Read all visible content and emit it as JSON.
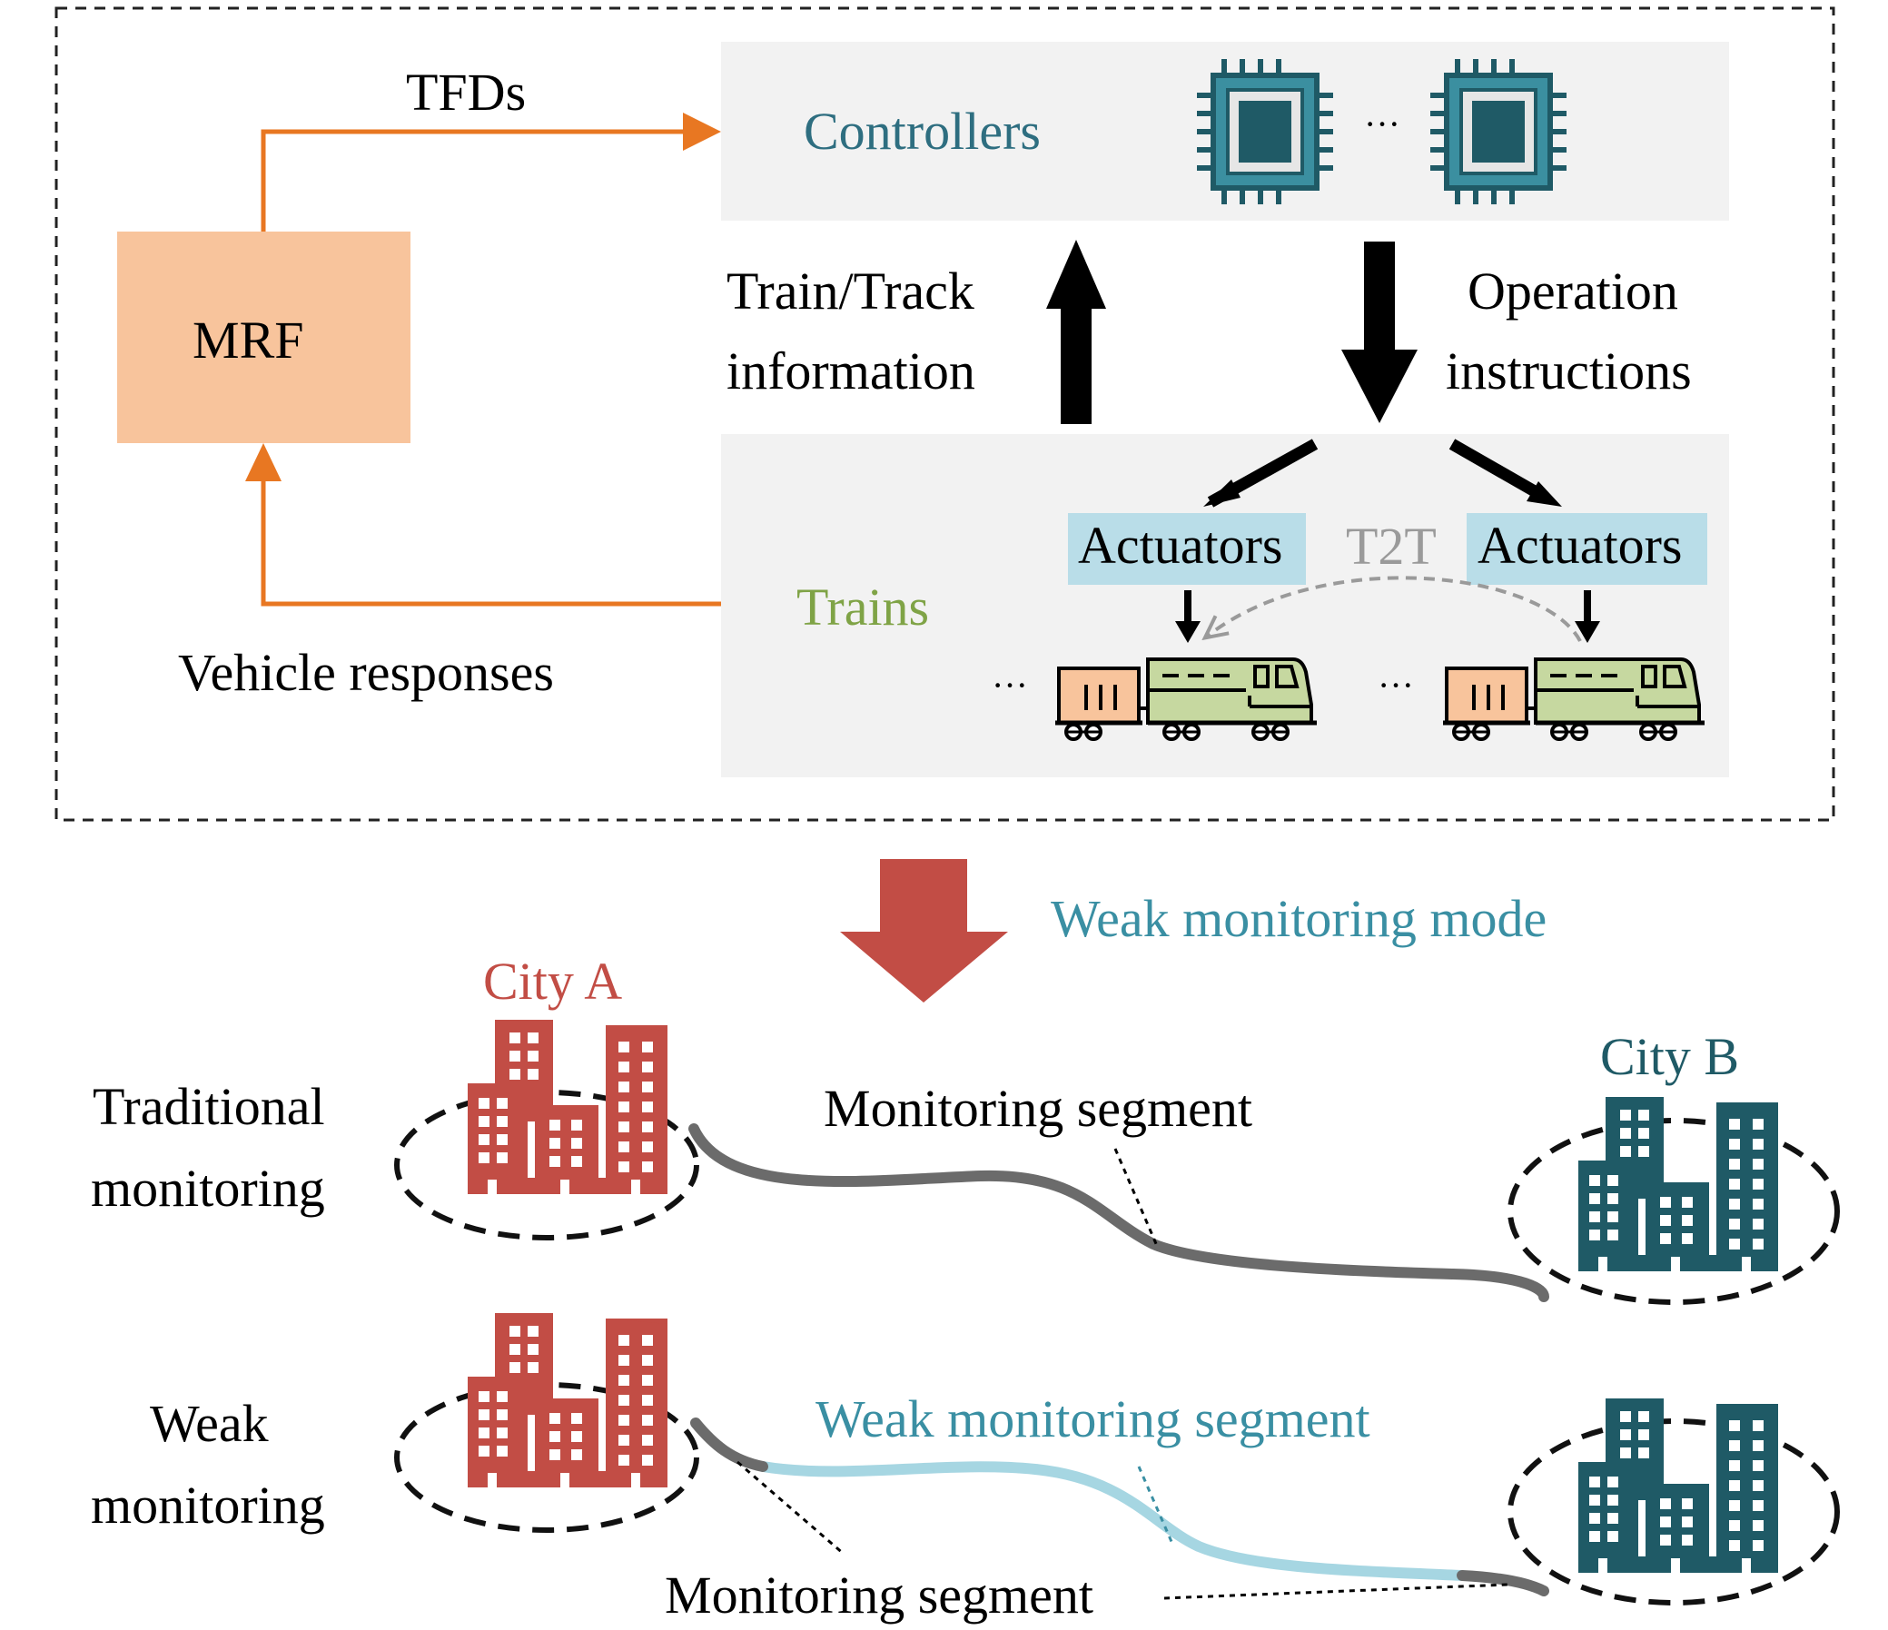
{
  "top": {
    "tfds_label": "TFDs",
    "mrf_label": "MRF",
    "controllers_label": "Controllers",
    "controllers_ellipsis": "···",
    "uplink_label_line1": "Train/Track",
    "uplink_label_line2": "information",
    "downlink_label_line1": "Operation",
    "downlink_label_line2": "instructions",
    "actuators_left": "Actuators",
    "actuators_right": "Actuators",
    "t2t_label": "T2T",
    "trains_label": "Trains",
    "trains_ellipsis_left": "···",
    "trains_ellipsis_right": "···",
    "vehicle_responses_label": "Vehicle responses"
  },
  "transition": {
    "label": "Weak monitoring mode"
  },
  "bottom": {
    "city_a_label": "City A",
    "city_b_label": "City B",
    "traditional_line1": "Traditional",
    "traditional_line2": "monitoring",
    "weak_line1": "Weak",
    "weak_line2": "monitoring",
    "monitoring_segment_top": "Monitoring segment",
    "weak_monitoring_segment": "Weak monitoring segment",
    "monitoring_segment_bottom": "Monitoring segment"
  },
  "colors": {
    "orange": "#E87722",
    "mrf_fill": "#F8C49C",
    "panel_fill": "#F2F2F2",
    "controllers_text": "#2E6E80",
    "chip": "#1F5A66",
    "chip_light": "#3B8FA0",
    "actuator_fill": "#B9DDE8",
    "t2t_text": "#9A9A9A",
    "trains_text": "#7FA346",
    "loco_fill": "#C6D8A0",
    "wagon_fill": "#F8C49C",
    "red_arrow": "#C24D45",
    "weak_mode_text": "#3A8FA3",
    "city_a": "#C24D45",
    "city_b": "#1F5A66",
    "track_gray": "#6B6B6B",
    "track_blue": "#A6D6E2"
  }
}
